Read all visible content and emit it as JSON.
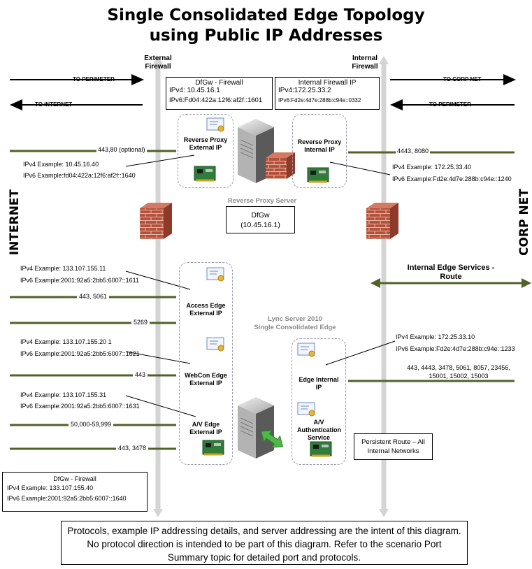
{
  "title_line1": "Single Consolidated Edge Topology",
  "title_line2": "using Public IP Addresses",
  "external_firewall": {
    "line1": "External",
    "line2": "Firewall"
  },
  "internal_firewall": {
    "line1": "Internal",
    "line2": "Firewall"
  },
  "side_left": "INTERNET",
  "side_right": "CORP NET",
  "arrows": {
    "to_perimeter_left": "TO PERIMETER",
    "to_internet": "TO INTERNET",
    "to_corp_net": "TO CORP NET",
    "to_perimeter_right": "TO PERIMETER"
  },
  "dfgw_firewall_top": {
    "title": "DfGw - Firewall",
    "ipv4": "IPv4: 10.45.16.1",
    "ipv6": "IPv6:Fd04:422a:12f6:af2f::1601"
  },
  "internal_firewall_ip": {
    "title": "Internal Firewall IP",
    "ipv4": "IPv4:172.25.33.2",
    "ipv6": "IPv6:Fd2e:4d7e:288b:c94e::0332"
  },
  "reverse_proxy": {
    "external_label": "Reverse Proxy External IP",
    "internal_label": "Reverse Proxy Internal IP",
    "server_title": "Reverse Proxy Server",
    "external_port": "443,80 (optional)",
    "internal_port": "4443, 8080",
    "ext_ipv4": "IPv4 Example:  10.45.16.40",
    "ext_ipv6": "IPv6 Example:fd04:422a:12f6:af2f::1640",
    "int_ipv4": "IPv4 Example:  172.25.33.40",
    "int_ipv6": "IPv6 Example:Fd2e:4d7e:288b:c94e::1240",
    "dfgw_title": "DfGw",
    "dfgw_ip": "(10.45.16.1)"
  },
  "edge": {
    "server_title_line1": "Lync Server 2010",
    "server_title_line2": "Single Consolidated Edge",
    "access_label": "Access Edge External IP",
    "access_ipv4": "IPv4 Example:  133.107.155.11",
    "access_ipv6": "IPv6 Example:2001:92a5:2bb5:6007::1611",
    "access_port1": "443, 5061",
    "access_port2": "5269",
    "webcon_label": "WebCon Edge External IP",
    "webcon_ipv4": "IPv4 Example:  133.107.155.20 1",
    "webcon_ipv6": "IPv6 Example:2001:92a5:2bb5:6007::1621",
    "webcon_port": "443",
    "av_label": "A/V Edge External IP",
    "av_ipv4": "IPv4 Example:  133.107.155.31",
    "av_ipv6": "IPv6 Example:2001:92a5:2bb5:6007::1631",
    "av_port1": "50,000-59,999",
    "av_port2": "443, 3478",
    "internal_label": "Edge Internal IP",
    "internal_ipv4": "IPv4 Example:  172.25.33.10",
    "internal_ipv6": "IPv6 Example:Fd2e:4d7e:288b:c94e::1233",
    "internal_ports_line1": "443, 4443, 3478, 5061, 8057, 23456,",
    "internal_ports_line2": "15001, 15002, 15003",
    "av_auth_label": "A/V Authentication Service"
  },
  "internal_edge_services": {
    "line1": "Internal Edge Services -",
    "line2": "Route"
  },
  "persistent_route": {
    "line1": "Persistent Route – All",
    "line2": "Internal Networks"
  },
  "dfgw_firewall_bottom": {
    "title": "DfGw - Firewall",
    "ipv4": "IPv4 Example: 133.107.155.40",
    "ipv6": "IPv6 Example:2001:92a5:2bb5:6007::1640"
  },
  "footnote": "Protocols, example IP addressing details, and server addressing are the intent of this diagram. No protocol direction is intended to be part of this diagram. Refer to the scenario Port Summary topic for detailed port and protocols.",
  "colors": {
    "port_line": "#4f6228",
    "firewall_line": "#d4d4d4",
    "dash_border": "#9a9ab0",
    "route_arrow": "#4f6228"
  }
}
